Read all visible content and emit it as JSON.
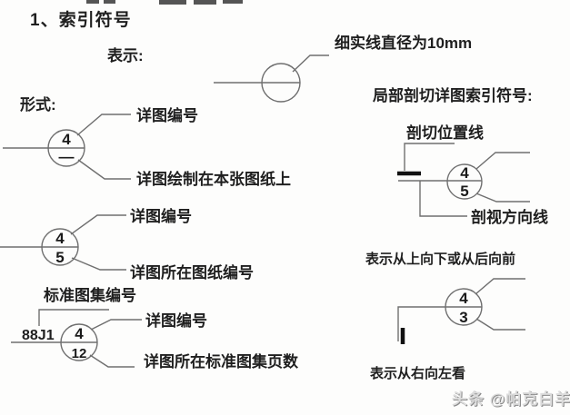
{
  "title": "1、索引符号",
  "representation": {
    "label": "表示:",
    "annotation": "细实线直径为10mm"
  },
  "forms": {
    "label": "形式:",
    "form1": {
      "number_top": "4",
      "number_bottom": "—",
      "callout_top": "详图编号",
      "callout_bottom": "详图绘制在本张图纸上"
    },
    "form2": {
      "number_top": "4",
      "number_bottom": "5",
      "callout_top": "详图编号",
      "callout_bottom": "详图所在图纸编号"
    },
    "form3": {
      "atlas_label": "标准图集编号",
      "atlas_code": "88J1",
      "number_top": "4",
      "number_bottom": "12",
      "callout_top": "详图编号",
      "callout_bottom": "详图所在标准图集页数"
    }
  },
  "section_detail": {
    "title": "局部剖切详图索引符号:",
    "diagram1": {
      "cut_line_label": "剖切位置线",
      "number_top": "4",
      "number_bottom": "5",
      "direction_label": "剖视方向线",
      "caption": "表示从上向下或从后向前"
    },
    "diagram2": {
      "number_top": "4",
      "number_bottom": "3",
      "caption": "表示从右向左看"
    }
  },
  "watermark": "头条 @帕克白羊",
  "colors": {
    "line": "#6f6f6f",
    "thick_mark": "#111111",
    "text": "#1f1f1f"
  }
}
